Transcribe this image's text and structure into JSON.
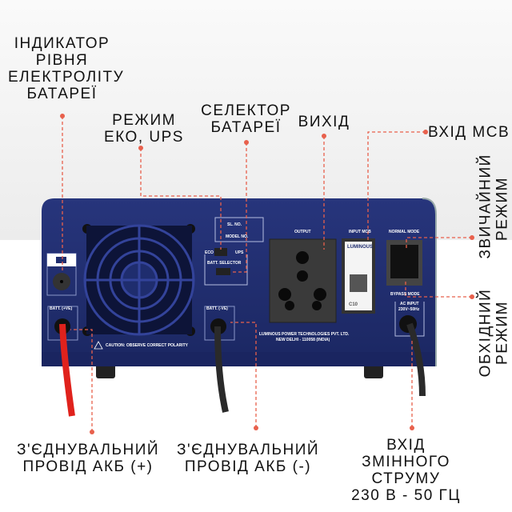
{
  "annotations": {
    "electrolyte_indicator": "ІНДИКАТОР РІВНЯ ЕЛЕКТРОЛІТУ БАТАРЕЇ",
    "electrolyte_lines": [
      "ІНДИКАТОР",
      "РІВНЯ",
      "ЕЛЕКТРОЛІТУ",
      "БАТАРЕЇ"
    ],
    "eco_ups_lines": [
      "РЕЖИМ",
      "ЕКО, UPS"
    ],
    "battery_selector_lines": [
      "СЕЛЕКТОР",
      "БАТАРЕЇ"
    ],
    "output": "ВИХІД",
    "input_mcb": "ВХІД MCB",
    "normal_mode_lines": [
      "ЗВИЧАЙНИЙ",
      "РЕЖИМ"
    ],
    "bypass_mode_lines": [
      "ОБХІДНИЙ",
      "РЕЖИМ"
    ],
    "batt_plus_lines": [
      "З'ЄДНУВАЛЬНИЙ",
      "ПРОВІД АКБ (+)"
    ],
    "batt_minus_lines": [
      "З'ЄДНУВАЛЬНИЙ",
      "ПРОВІД АКБ (-)"
    ],
    "ac_input_lines": [
      "ВХІД",
      "ЗМІННОГО",
      "СТРУМУ",
      "230 В - 50 ГЦ"
    ]
  },
  "panel": {
    "sl_no": "SL. NO.",
    "model_no": "MODEL NO.",
    "eco": "ECO",
    "ups": "UPS",
    "batt_selector": "BATT. SELECTOR",
    "batt_pos": "BATT. (+VE)",
    "batt_neg": "BATT. (-VE)",
    "output": "OUTPUT",
    "input_mcb": "INPUT MCB",
    "mcb_brand": "LUMINOUS",
    "mcb_rating": "C10",
    "normal_mode": "NORMAL MODE",
    "bypass_mode": "BYPASS MODE",
    "ac_input": "AC INPUT",
    "ac_rating": "230V~50Hz",
    "caution": "CAUTION: OBSERVE CORRECT POLARITY",
    "company": "LUMINOUS POWER TECHNOLOGIES PVT. LTD.",
    "address": "NEW DELHI - 110058 (INDIA)"
  },
  "colors": {
    "panel": "#1f2d6e",
    "accent": "#e8604c",
    "cable_red": "#e0221c"
  }
}
